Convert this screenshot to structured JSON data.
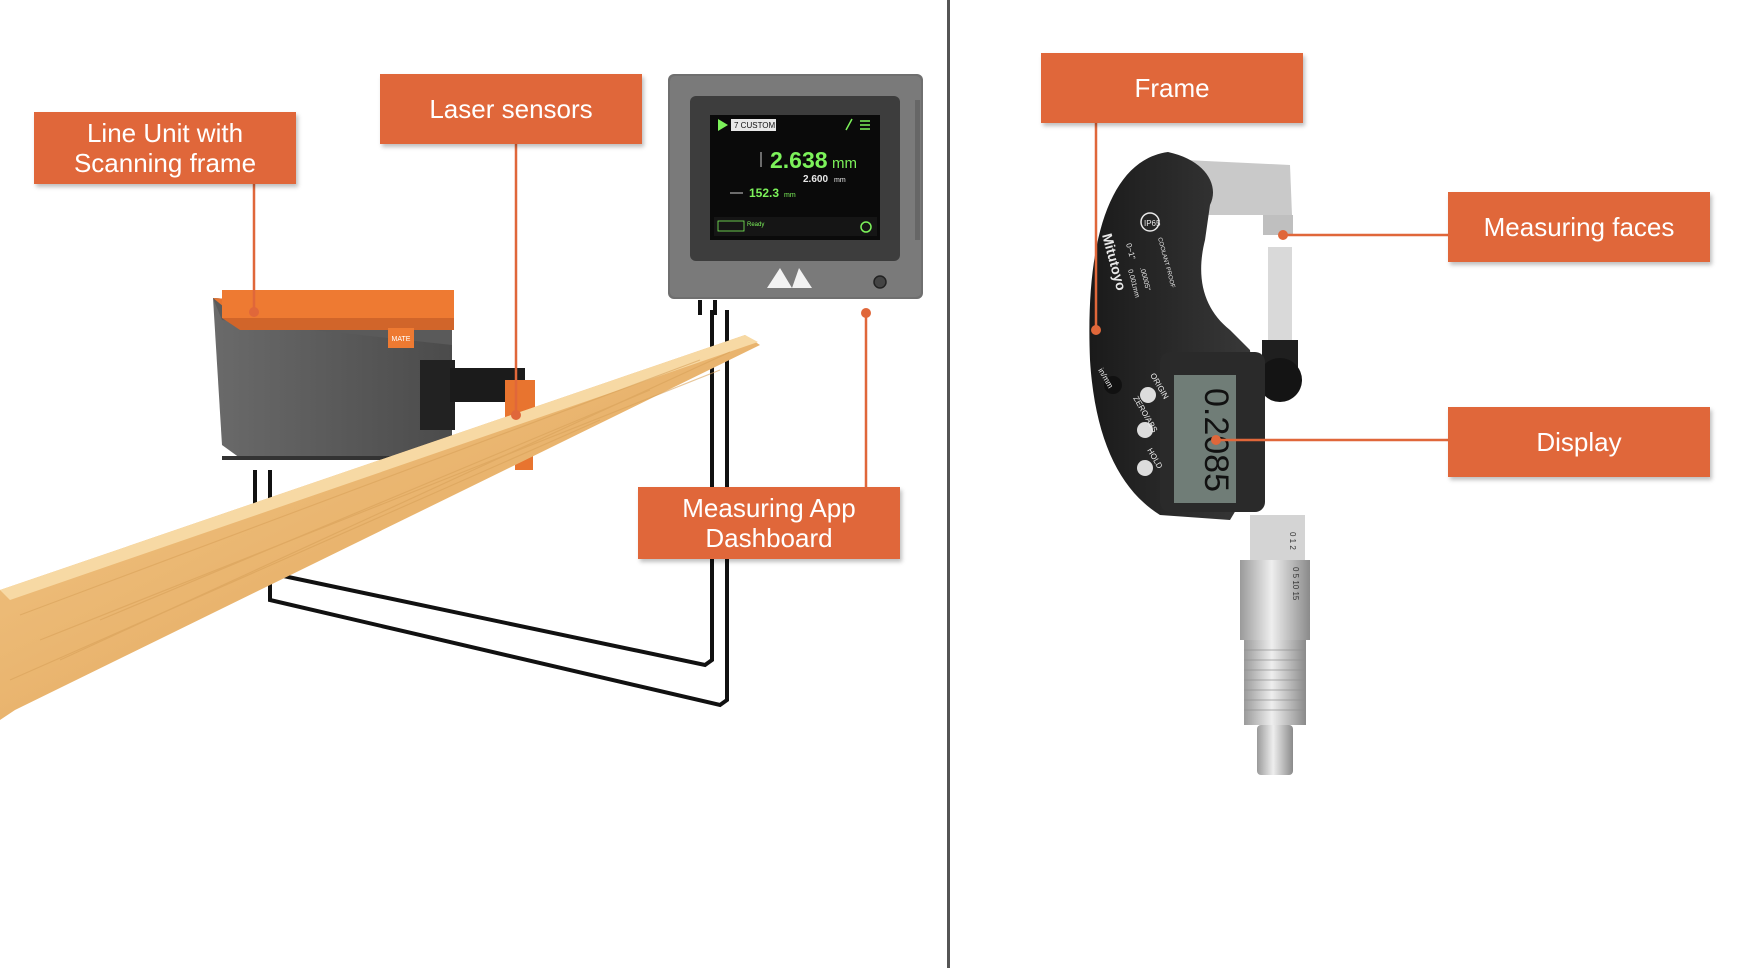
{
  "left_panel": {
    "callouts": {
      "line_unit": "Line Unit with\nScanning frame",
      "laser_sensors": "Laser sensors",
      "dashboard": "Measuring App\nDashboard"
    },
    "screen": {
      "mode_label": "7 CUSTOM",
      "main_reading": "2.638",
      "main_unit": "mm",
      "target_reading": "2.600",
      "target_unit": "mm",
      "width_reading": "152.3",
      "width_unit": "mm",
      "status": "Ready"
    },
    "unit_badge": "MATE"
  },
  "right_panel": {
    "callouts": {
      "frame": "Frame",
      "measuring_faces": "Measuring faces",
      "display": "Display"
    },
    "micrometer": {
      "brand": "Mitutoyo",
      "ip_rating": "IP65",
      "coolant": "COOLANT PROOF",
      "range": "0~1\"",
      "resolution_in": ".00005\"",
      "resolution_mm": "0.001mm",
      "lcd_value": "0.2085",
      "buttons": [
        "in/mm",
        "ORIGIN",
        "ZERO/ABS",
        "HOLD"
      ],
      "sleeve_scale": "0 1 2",
      "thimble_scale": "0 5 10 15"
    }
  },
  "colors": {
    "callout": "#e0673a",
    "divider": "#555555",
    "screen_green": "#7cf25a"
  }
}
